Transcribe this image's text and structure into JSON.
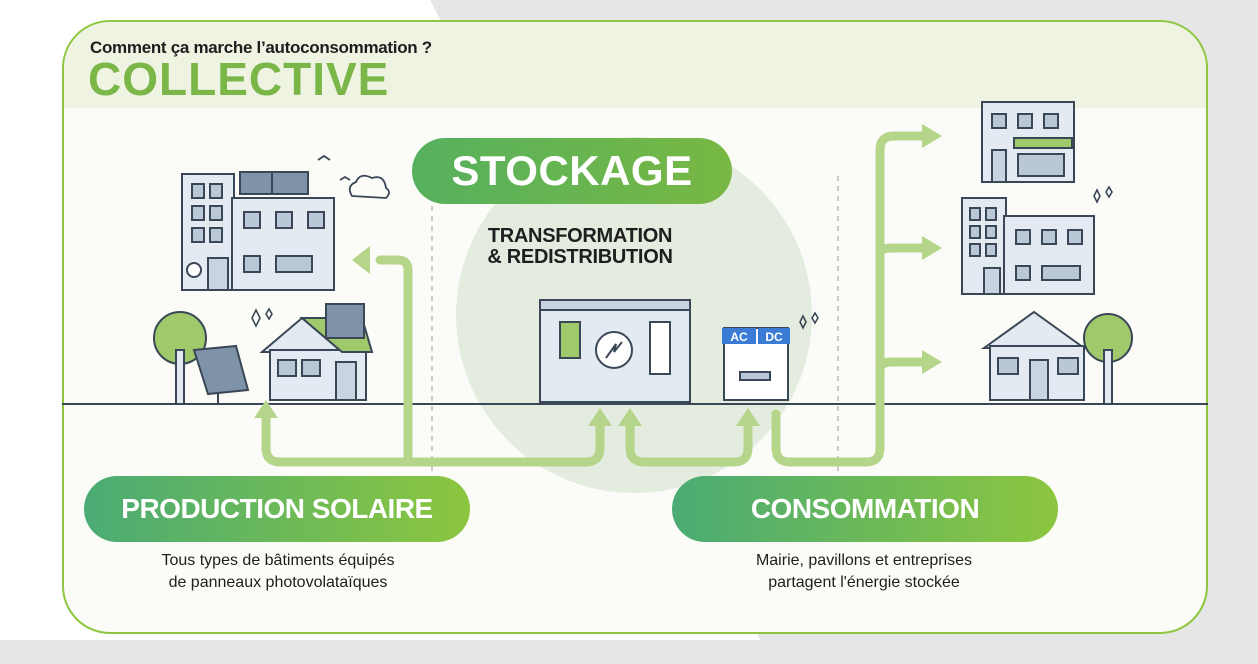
{
  "header": {
    "kicker": "Comment ça marche l’autoconsommation ?",
    "title": "COLLECTIVE"
  },
  "center": {
    "pill": "STOCKAGE",
    "label_line1": "TRANSFORMATION",
    "label_line2": "& REDISTRIBUTION",
    "converter_ac": "AC",
    "converter_dc": "DC"
  },
  "production": {
    "pill": "PRODUCTION SOLAIRE",
    "line1": "Tous types de bâtiments équipés",
    "line2": "de panneaux photovolataïques"
  },
  "consumption": {
    "pill": "CONSOMMATION",
    "line1": "Mairie, pavillons et entreprises",
    "line2": "partagent l'énergie stockée"
  },
  "colors": {
    "border": "#8dc63f",
    "flow_arrow": "#b5d58a",
    "title_green": "#7ab648",
    "building_fill": "#e3eaf1",
    "outline": "#3a4756",
    "circle": "#e4ece0"
  }
}
